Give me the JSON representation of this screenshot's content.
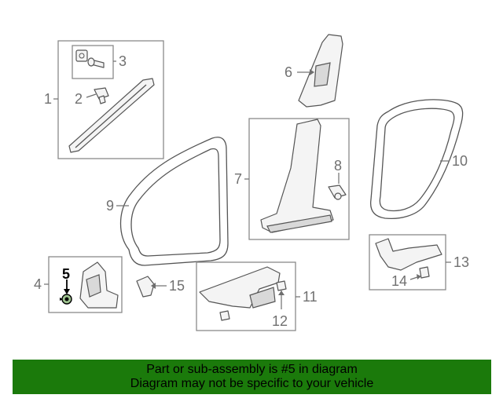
{
  "callouts": {
    "c1": "1",
    "c2": "2",
    "c3": "3",
    "c4": "4",
    "c5": "5",
    "c6": "6",
    "c7": "7",
    "c8": "8",
    "c9": "9",
    "c10": "10",
    "c11": "11",
    "c12": "12",
    "c13": "13",
    "c14": "14",
    "c15": "15"
  },
  "highlighted_part": "5",
  "banner": {
    "line1": "Part or sub-assembly is #5 in diagram",
    "line2": "Diagram may not be specific to your vehicle",
    "color": "#1b7a0b"
  }
}
